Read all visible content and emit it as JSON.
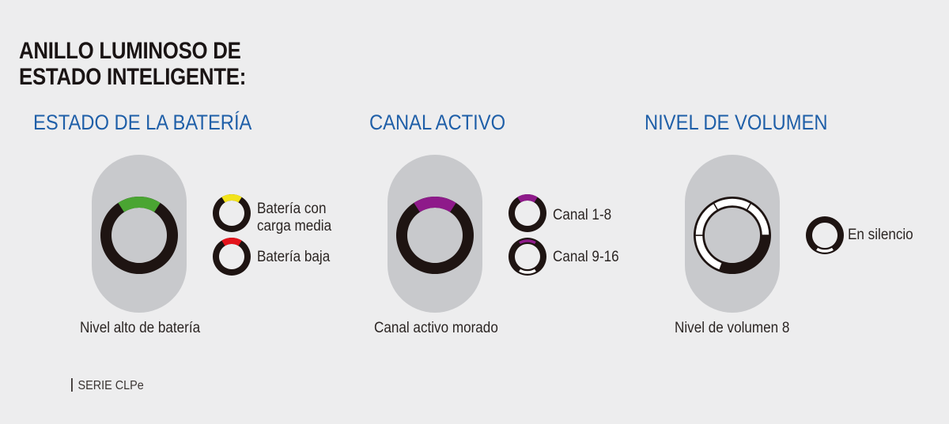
{
  "title": {
    "line1": "ANILLO LUMINOSO DE",
    "line2": "ESTADO INTELIGENTE:"
  },
  "colors": {
    "blue": "#1f5fa8",
    "ring": "#1e1412",
    "green": "#4aa532",
    "yellow": "#f2e31b",
    "red": "#e4141c",
    "purple": "#8e1a8a",
    "white": "#ffffff"
  },
  "sections": {
    "battery": {
      "heading": "ESTADO DE LA BATERÍA",
      "caption": "Nivel alto de batería",
      "legend": [
        {
          "line1": "Batería con",
          "line2": "carga media"
        },
        {
          "line1": "Batería baja"
        }
      ]
    },
    "channel": {
      "heading": "CANAL ACTIVO",
      "caption": "Canal activo morado",
      "legend": [
        {
          "line1": "Canal 1-8"
        },
        {
          "line1": "Canal 9-16"
        }
      ]
    },
    "volume": {
      "heading": "NIVEL DE VOLUMEN",
      "caption": "Nivel de volumen 8",
      "legend": [
        {
          "line1": "En silencio"
        }
      ]
    }
  },
  "footer": {
    "label": "SERIE CLPe"
  }
}
